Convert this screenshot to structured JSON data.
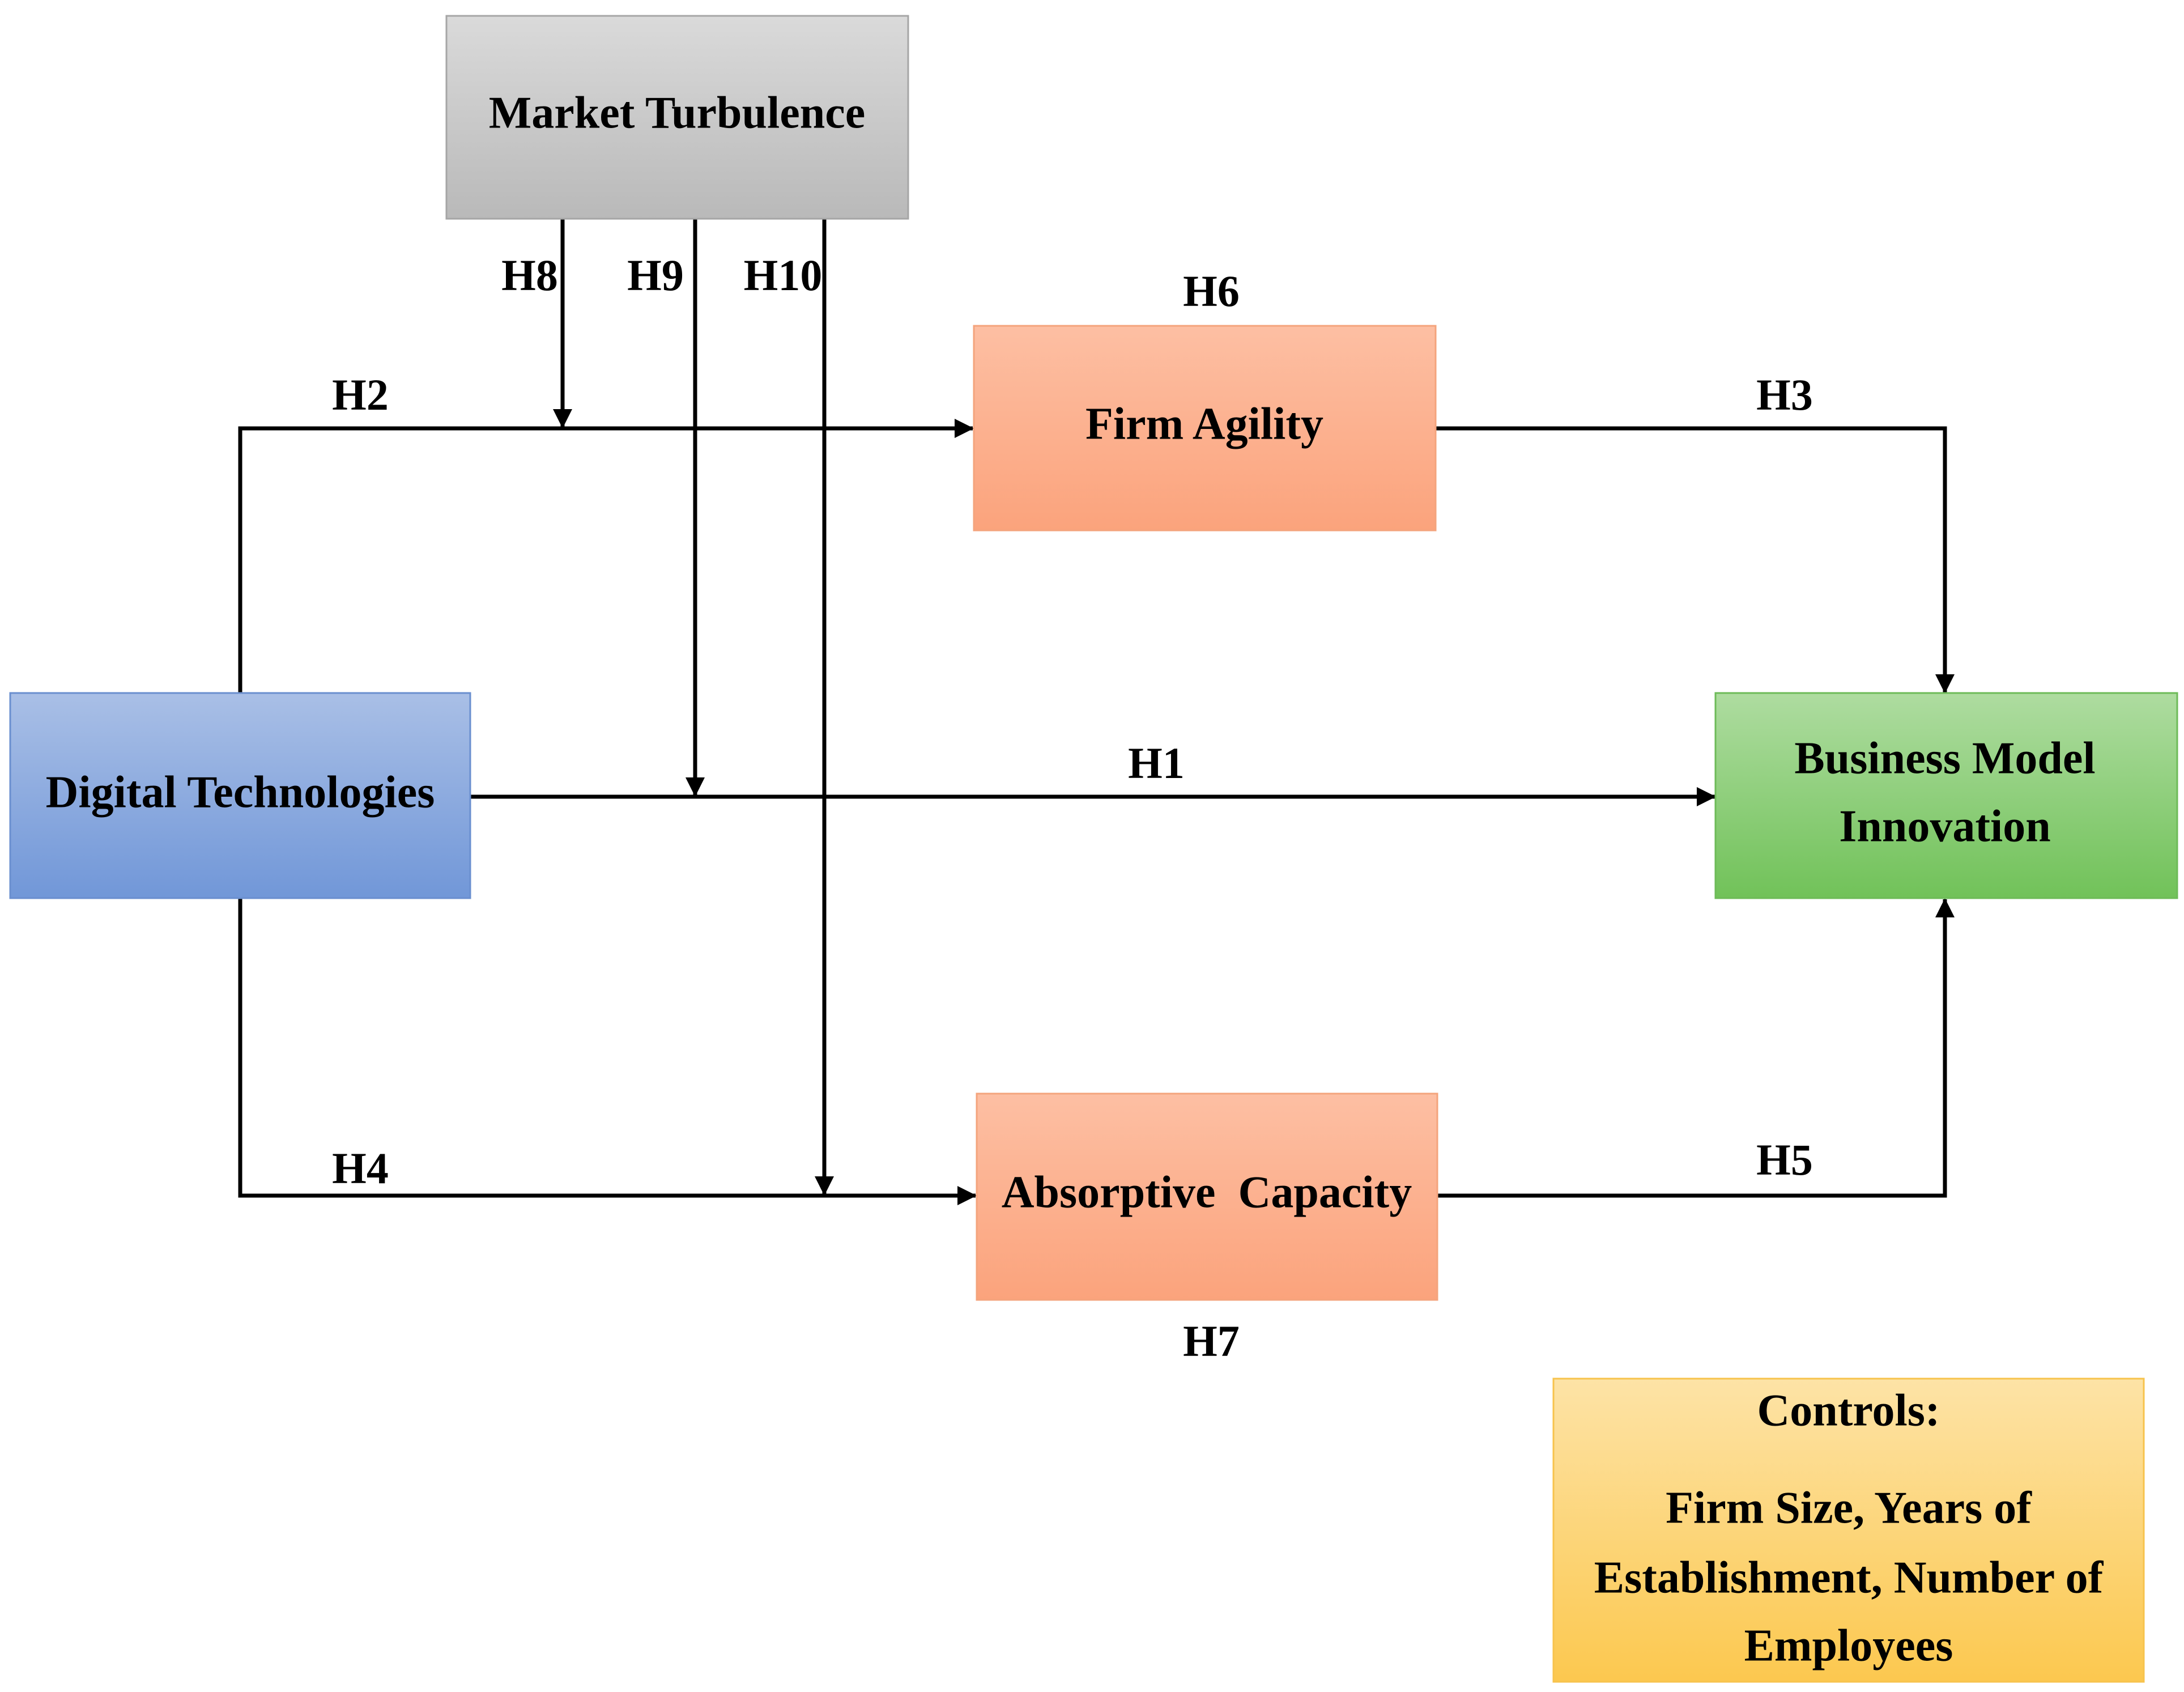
{
  "boxes": {
    "market_turbulence": {
      "label": "Market Turbulence",
      "color_top": "#dadada",
      "color_bottom": "#b9b9b9",
      "border": "#a6a6a6"
    },
    "firm_agility": {
      "label": "Firm Agility",
      "color_top": "#fdbfa3",
      "color_bottom": "#fba37c",
      "border": "#f4a47d"
    },
    "digital_technologies": {
      "label": "Digital Technologies",
      "color_top": "#a9bfe6",
      "color_bottom": "#7197d8",
      "border": "#6a8fcf"
    },
    "business_model_innovation": {
      "label_line1": "Business Model",
      "label_line2": "Innovation",
      "color_top": "#aedca0",
      "color_bottom": "#71c259",
      "border": "#6dbb58"
    },
    "absorptive_capacity": {
      "label": "Absorptive  Capacity",
      "color_top": "#fdbfa3",
      "color_bottom": "#fba37c",
      "border": "#f4a47d"
    },
    "controls": {
      "heading": "Controls:",
      "line1": "Firm Size, Years of",
      "line2": "Establishment, Number of",
      "line3": "Employees",
      "color_top": "#fde3a6",
      "color_bottom": "#fcc84f",
      "border": "#f7c34d"
    }
  },
  "hypotheses": {
    "h1": "H1",
    "h2": "H2",
    "h3": "H3",
    "h4": "H4",
    "h5": "H5",
    "h6": "H6",
    "h7": "H7",
    "h8": "H8",
    "h9": "H9",
    "h10": "H10"
  }
}
